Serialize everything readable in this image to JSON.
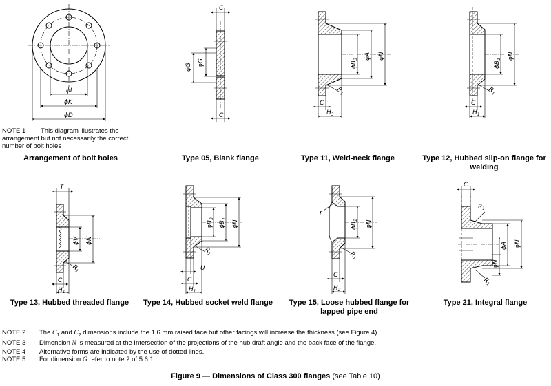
{
  "figure": {
    "title_bold": "Figure 9 — Dimensions of Class 300 flanges",
    "title_ref": "(see Table 10)"
  },
  "panels": {
    "bolt_holes": {
      "caption": "Arrangement of bolt holes",
      "labels": {
        "L": "ϕL",
        "K": "ϕK",
        "D": "ϕD"
      }
    },
    "type05": {
      "caption": "Type 05, Blank flange",
      "labels": {
        "C": "C",
        "G1": "ϕG",
        "G2": "ϕG"
      }
    },
    "type11": {
      "caption": "Type 11, Weld-neck flange",
      "labels": {
        "B3": "ϕB",
        "B3sub": "3",
        "A": "ϕA",
        "N": "ϕN",
        "R1": "R",
        "R1sub": "1",
        "C": "C",
        "H3": "H",
        "H3sub": "3"
      }
    },
    "type12": {
      "caption": "Type 12, Hubbed slip-on flange for welding",
      "labels": {
        "B1": "ϕB",
        "B1sub": "1",
        "N": "ϕN",
        "R1": "R",
        "R1sub": "1",
        "C": "C",
        "H1": "H",
        "H1sub": "1"
      }
    },
    "type13": {
      "caption": "Type 13, Hubbed threaded flange",
      "labels": {
        "T": "T",
        "V": "ϕV",
        "N": "ϕN",
        "R1": "R",
        "R1sub": "1",
        "C": "C",
        "H1": "H",
        "H1sub": "1"
      }
    },
    "type14": {
      "caption": "Type 14, Hubbed socket weld flange",
      "labels": {
        "B3": "ϕB",
        "B3sub": "3",
        "B1": "ϕB",
        "B1sub": "1",
        "N": "ϕN",
        "R1": "R",
        "R1sub": "1",
        "U": "U",
        "C": "C",
        "H1": "H",
        "H1sub": "1"
      }
    },
    "type15": {
      "caption": "Type 15, Loose hubbed flange for lapped pipe end",
      "labels": {
        "r": "r",
        "B2": "ϕB",
        "B2sub": "2",
        "N": "ϕN",
        "R1": "R",
        "R1sub": "1",
        "C": "C",
        "H2": "H",
        "H2sub": "2"
      }
    },
    "type21": {
      "caption": "Type 21, Integral flange",
      "labels": {
        "C": "C",
        "R1a": "R",
        "R1asub": "1",
        "A": "ϕA",
        "N1": "ϕN",
        "N2": "ϕN",
        "R1b": "R",
        "R1bsub": "1"
      }
    }
  },
  "note1": {
    "key": "NOTE 1",
    "text": "This diagram illustrates the arrangement but not necessarily the correct number of bolt holes"
  },
  "notes": [
    {
      "key": "NOTE 2",
      "text_a": "The ",
      "v1": "C",
      "s1": "1",
      "text_b": " and ",
      "v2": "C",
      "s2": "2",
      "text_c": " dimensions include the 1,6 mm raised face but other facings will increase the thickness (see Figure 4)."
    },
    {
      "key": "NOTE 3",
      "text_a": "Dimension ",
      "v1": "N",
      "text_b": " is measured at the Intersection of the projections of the hub draft angle and the back face of the flange."
    },
    {
      "key": "NOTE 4",
      "text_a": "Alternative forms are indicated by the use of dotted lines."
    },
    {
      "key": "NOTE 5",
      "text_a": "For dimension ",
      "v1": "G",
      "text_b": " refer to note 2 of 5.6.1"
    }
  ]
}
